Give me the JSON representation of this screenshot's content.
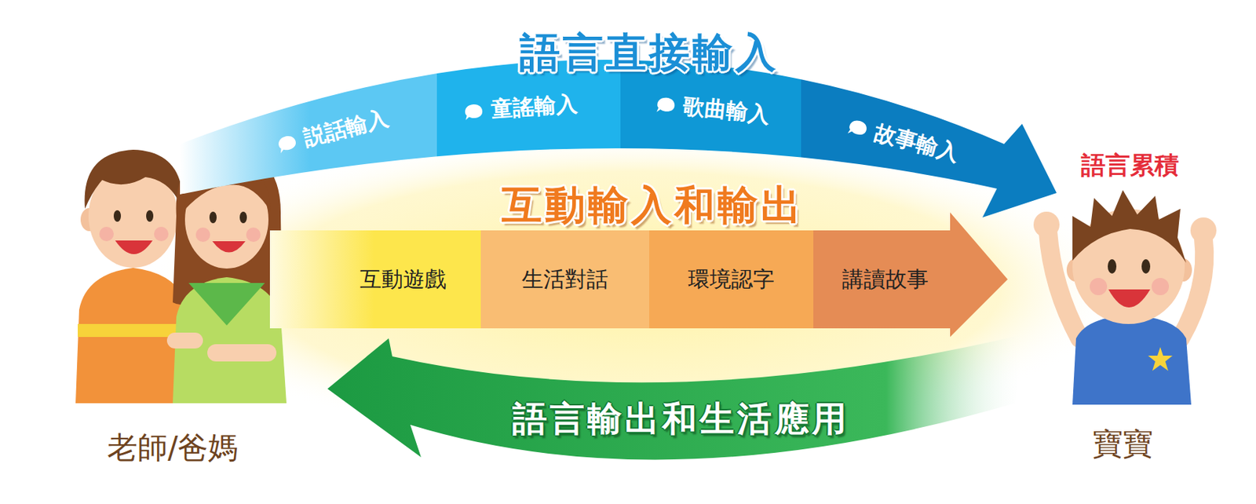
{
  "diagram": {
    "nodes": [
      {
        "text": [
          "語言直接輸入"
        ]
      },
      {
        "text": [
          "説話輸入"
        ],
        "in": 0
      },
      {
        "text": [
          "童謠輸入"
        ],
        "in": 0
      },
      {
        "text": [
          "歌曲輸入"
        ],
        "in": 0
      },
      {
        "text": [
          "故事輸入"
        ],
        "in": 0
      },
      {
        "text": [
          "互動輸入和輸出"
        ]
      },
      {
        "text": [
          "互動遊戲"
        ],
        "in": 5
      },
      {
        "text": [
          "生活對話"
        ],
        "in": 5
      },
      {
        "text": [
          "環境認字"
        ],
        "in": 5
      },
      {
        "text": [
          "講讀故事"
        ],
        "in": 5
      },
      {
        "text": [
          "語言輸出和生活應用"
        ]
      },
      {
        "text": [
          "老師/爸媽"
        ]
      },
      {
        "text": [
          "寶寶"
        ]
      }
    ],
    "labels": [
      "語言累積"
    ]
  }
}
